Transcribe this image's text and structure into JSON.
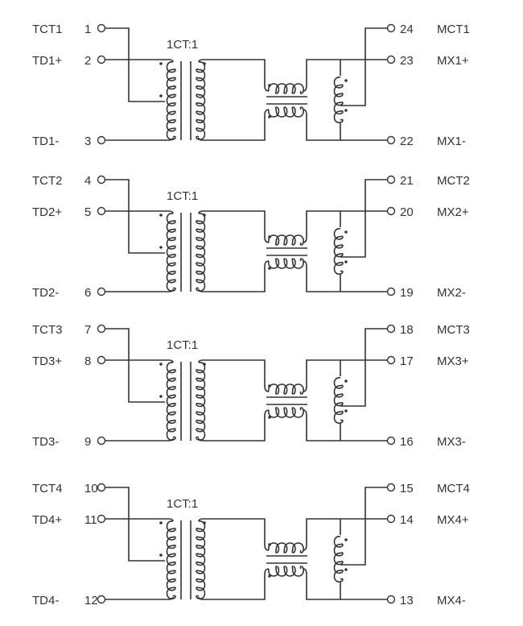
{
  "diagram": {
    "title": "4-channel Ethernet magnetics schematic",
    "channels": [
      {
        "ratio": "1CT:1",
        "left": [
          {
            "name": "TCT1",
            "pin": "1"
          },
          {
            "name": "TD1+",
            "pin": "2"
          },
          {
            "name": "TD1-",
            "pin": "3"
          }
        ],
        "right": [
          {
            "name": "MCT1",
            "pin": "24"
          },
          {
            "name": "MX1+",
            "pin": "23"
          },
          {
            "name": "MX1-",
            "pin": "22"
          }
        ]
      },
      {
        "ratio": "1CT:1",
        "left": [
          {
            "name": "TCT2",
            "pin": "4"
          },
          {
            "name": "TD2+",
            "pin": "5"
          },
          {
            "name": "TD2-",
            "pin": "6"
          }
        ],
        "right": [
          {
            "name": "MCT2",
            "pin": "21"
          },
          {
            "name": "MX2+",
            "pin": "20"
          },
          {
            "name": "MX2-",
            "pin": "19"
          }
        ]
      },
      {
        "ratio": "1CT:1",
        "left": [
          {
            "name": "TCT3",
            "pin": "7"
          },
          {
            "name": "TD3+",
            "pin": "8"
          },
          {
            "name": "TD3-",
            "pin": "9"
          }
        ],
        "right": [
          {
            "name": "MCT3",
            "pin": "18"
          },
          {
            "name": "MX3+",
            "pin": "17"
          },
          {
            "name": "MX3-",
            "pin": "16"
          }
        ]
      },
      {
        "ratio": "1CT:1",
        "left": [
          {
            "name": "TCT4",
            "pin": "10"
          },
          {
            "name": "TD4+",
            "pin": "11"
          },
          {
            "name": "TD4-",
            "pin": "12"
          }
        ],
        "right": [
          {
            "name": "MCT4",
            "pin": "15"
          },
          {
            "name": "MX4+",
            "pin": "14"
          },
          {
            "name": "MX4-",
            "pin": "13"
          }
        ]
      }
    ]
  }
}
